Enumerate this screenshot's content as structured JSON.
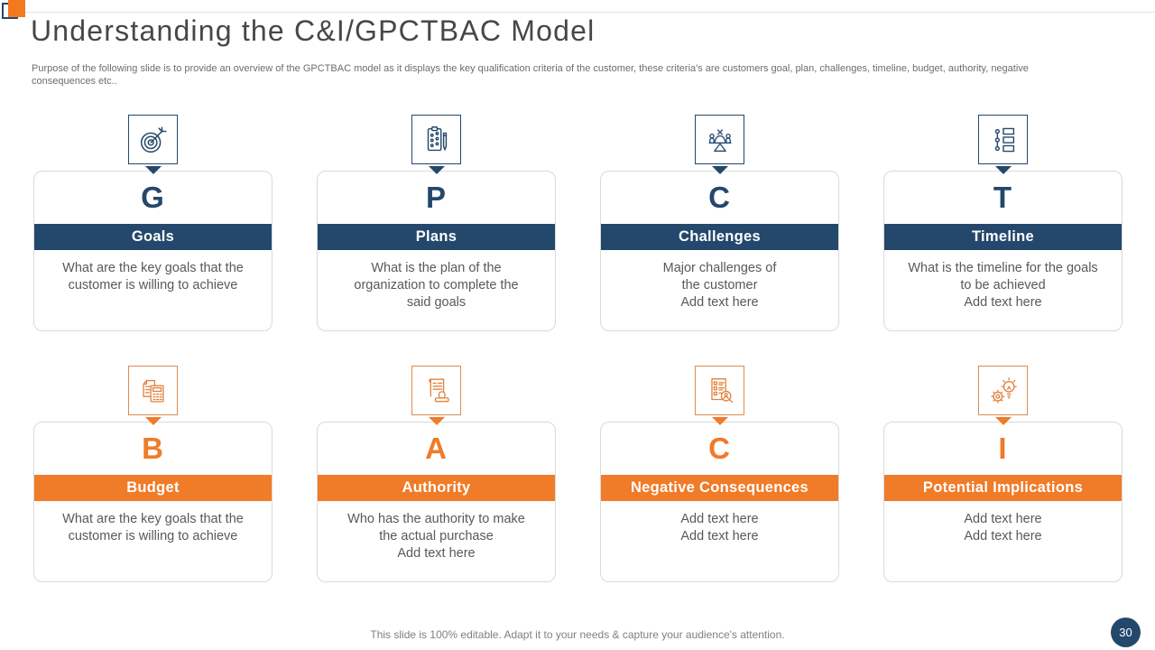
{
  "header": {
    "title": "Understanding the C&I/GPCTBAC Model",
    "subtitle": "Purpose of the following slide is to provide an overview of the GPCTBAC model as it displays the key qualification criteria of the customer, these criteria's are customers goal, plan, challenges, timeline, budget, authority, negative\nconsequences etc.."
  },
  "footer": {
    "note": "This slide is 100% editable. Adapt it to your needs & capture your audience's attention.",
    "page_number": "30"
  },
  "colors": {
    "navy": "#24486b",
    "orange": "#f07b28",
    "card_border": "#dadada",
    "body_text": "#595959",
    "title_text": "#474747",
    "footer_text": "#808080"
  },
  "cards": [
    {
      "letter": "G",
      "title": "Goals",
      "icon": "target-dart-icon",
      "theme": "navy",
      "desc": "What are the key goals that the\ncustomer is willing to achieve"
    },
    {
      "letter": "P",
      "title": "Plans",
      "icon": "clipboard-pen-icon",
      "theme": "navy",
      "desc": "What is the plan of the\norganization to complete the\nsaid goals"
    },
    {
      "letter": "C",
      "title": "Challenges",
      "icon": "seesaw-people-icon",
      "theme": "navy",
      "desc": "Major challenges of\nthe customer\nAdd text here"
    },
    {
      "letter": "T",
      "title": "Timeline",
      "icon": "timeline-list-icon",
      "theme": "navy",
      "desc": "What is the timeline for the goals\nto be achieved\nAdd text here"
    },
    {
      "letter": "B",
      "title": "Budget",
      "icon": "document-calculator-icon",
      "theme": "orange",
      "desc": "What are the key goals that the\ncustomer is willing to achieve"
    },
    {
      "letter": "A",
      "title": "Authority",
      "icon": "document-stamp-icon",
      "theme": "orange",
      "desc": "Who has the authority to make\nthe actual purchase\nAdd text here"
    },
    {
      "letter": "C",
      "title": "Negative Consequences",
      "icon": "checklist-magnifier-icon",
      "theme": "orange",
      "desc": "Add text here\nAdd text here"
    },
    {
      "letter": "I",
      "title": "Potential Implications",
      "icon": "gear-bulb-icon",
      "theme": "orange",
      "desc": "Add text here\nAdd text here"
    }
  ]
}
